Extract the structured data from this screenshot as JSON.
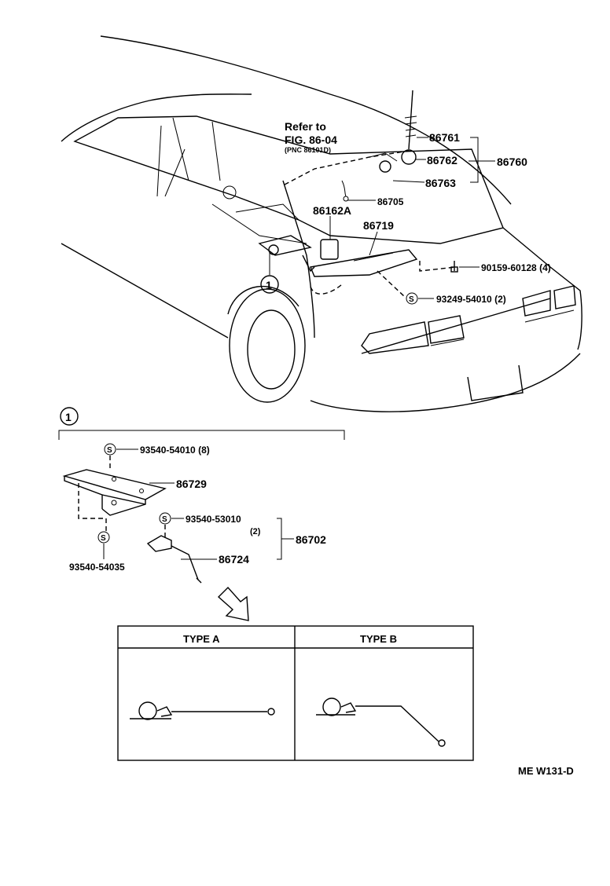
{
  "callouts": {
    "refer_line1": "Refer to",
    "refer_line2": "FIG. 86-04",
    "refer_line3": "(PNC 86101D)",
    "p86761": "86761",
    "p86762": "86762",
    "p86760": "86760",
    "p86763": "86763",
    "p86705": "86705",
    "p86162a": "86162A",
    "p86719": "86719",
    "p90159": "90159-60128 (4)",
    "p93249": "93249-54010 (2)",
    "circle_marker": "1"
  },
  "detail": {
    "marker": "1",
    "p93540_54010": "93540-54010 (8)",
    "p86729": "86729",
    "p93540_53010": "93540-53010",
    "qty2": "(2)",
    "p86702": "86702",
    "p86724": "86724",
    "p93540_54035": "93540-54035",
    "s_symbol": "S"
  },
  "types": {
    "type_a": "TYPE  A",
    "type_b": "TYPE  B"
  },
  "footer": {
    "code": "ME  W131-D"
  }
}
